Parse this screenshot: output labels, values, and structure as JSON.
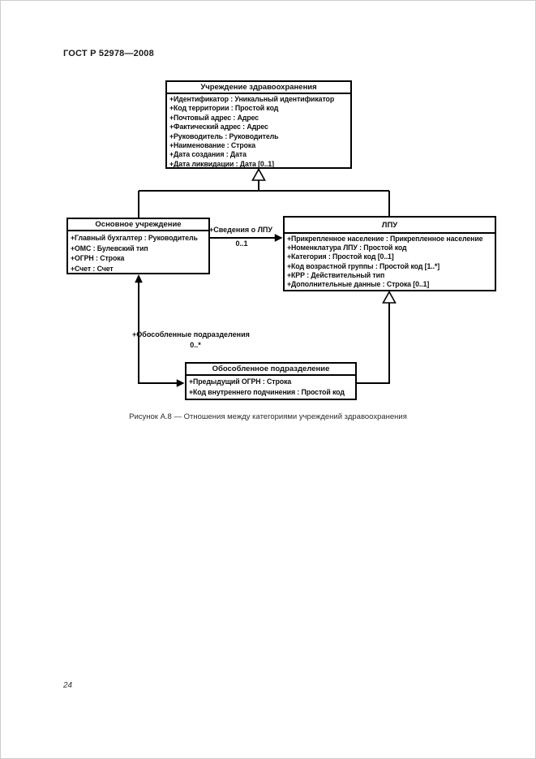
{
  "page": {
    "header": "ГОСТ Р 52978—2008",
    "page_number": "24",
    "caption": "Рисунок А.8 — Отношения между категориями учреждений здравоохранения"
  },
  "diagram": {
    "classes": {
      "healthcare": {
        "title": "Учреждение здравоохранения",
        "attributes": [
          "+Идентификатор : Уникальный идентификатор",
          "+Код территории : Простой код",
          "+Почтовый адрес : Адрес",
          "+Фактический адрес : Адрес",
          "+Руководитель : Руководитель",
          "+Наименование : Строка",
          "+Дата создания : Дата",
          "+Дата ликвидации : Дата [0..1]"
        ]
      },
      "main_institution": {
        "title": "Основное учреждение",
        "attributes": [
          "+Главный бухгалтер : Руководитель",
          "+ОМС : Булевский тип",
          "+ОГРН : Строка",
          "+Счет : Счет"
        ]
      },
      "lpu": {
        "title": "ЛПУ",
        "attributes": [
          "+Прикрепленное население : Прикрепленное население",
          "+Номенклатура ЛПУ : Простой код",
          "+Категория : Простой код [0..1]",
          "+Код возрастной группы : Простой код [1..*]",
          "+КРР : Действительный тип",
          "+Дополнительные данные : Строка [0..1]"
        ]
      },
      "subdivision": {
        "title": "Обособленное подразделение",
        "attributes": [
          "+Предыдущий ОГРН : Строка",
          "+Код внутреннего подчинения : Простой код"
        ]
      }
    },
    "associations": {
      "lpu_info": {
        "label": "+Сведения о ЛПУ",
        "multiplicity": "0..1"
      },
      "subdivisions": {
        "label": "+Обособленные подразделения",
        "multiplicity": "0..*"
      }
    },
    "colors": {
      "line": "#000000",
      "text": "#111111",
      "background": "#ffffff"
    }
  }
}
